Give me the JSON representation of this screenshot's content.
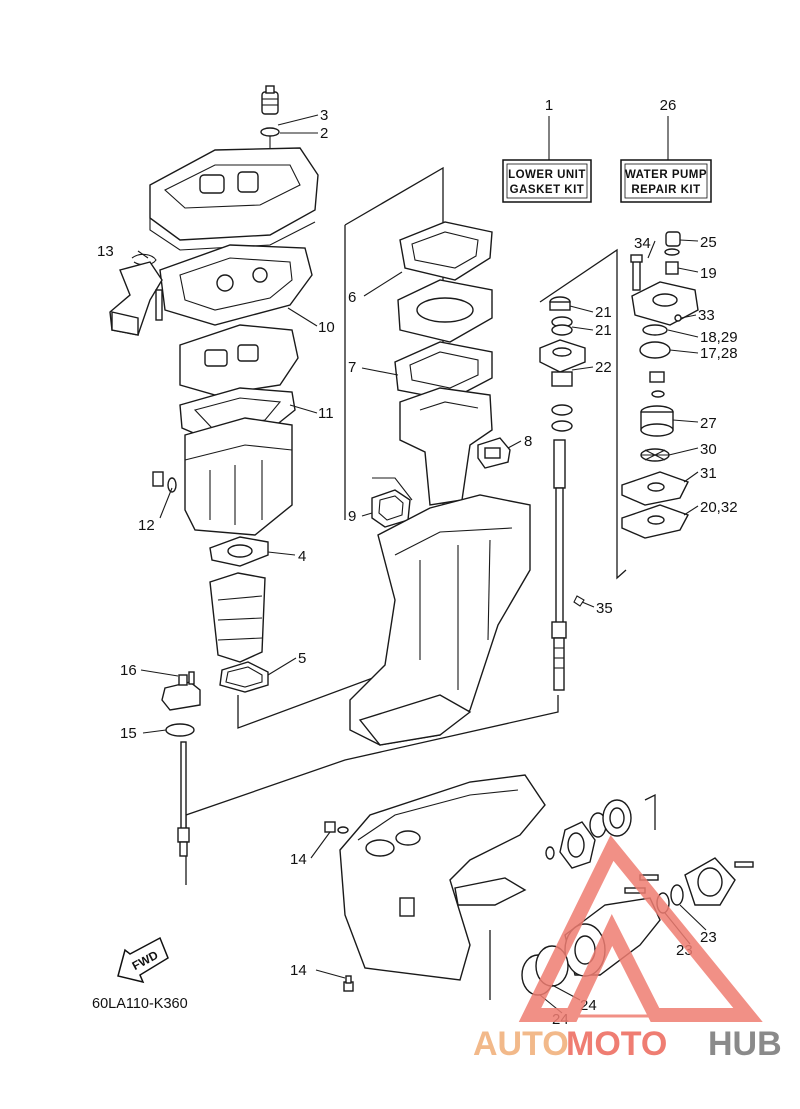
{
  "kits": {
    "lower_unit": {
      "number": "1",
      "line1": "LOWER UNIT",
      "line2": "GASKET KIT"
    },
    "water_pump": {
      "number": "26",
      "line1": "WATER PUMP",
      "line2": "REPAIR KIT"
    }
  },
  "callouts": {
    "c2": "2",
    "c3": "3",
    "c4": "4",
    "c5": "5",
    "c6": "6",
    "c7": "7",
    "c8": "8",
    "c9": "9",
    "c10": "10",
    "c11": "11",
    "c12": "12",
    "c13": "13",
    "c14a": "14",
    "c14b": "14",
    "c15": "15",
    "c16": "16",
    "c17_28": "17,28",
    "c18_29": "18,29",
    "c19": "19",
    "c20_32": "20,32",
    "c21a": "21",
    "c21b": "21",
    "c22": "22",
    "c23a": "23",
    "c23b": "23",
    "c24a": "24",
    "c24b": "24",
    "c25": "25",
    "c27": "27",
    "c30": "30",
    "c31": "31",
    "c33": "33",
    "c34": "34",
    "c35": "35"
  },
  "fwd_label": "FWD",
  "diagram_code": "60LA110-K360",
  "watermark": {
    "part1": "AUTO",
    "part2": "MOTO",
    "part3": "HUB"
  },
  "colors": {
    "watermark_orange": "#f2b98a",
    "watermark_red": "#ef7d72",
    "watermark_gray": "#8a8a8a"
  }
}
